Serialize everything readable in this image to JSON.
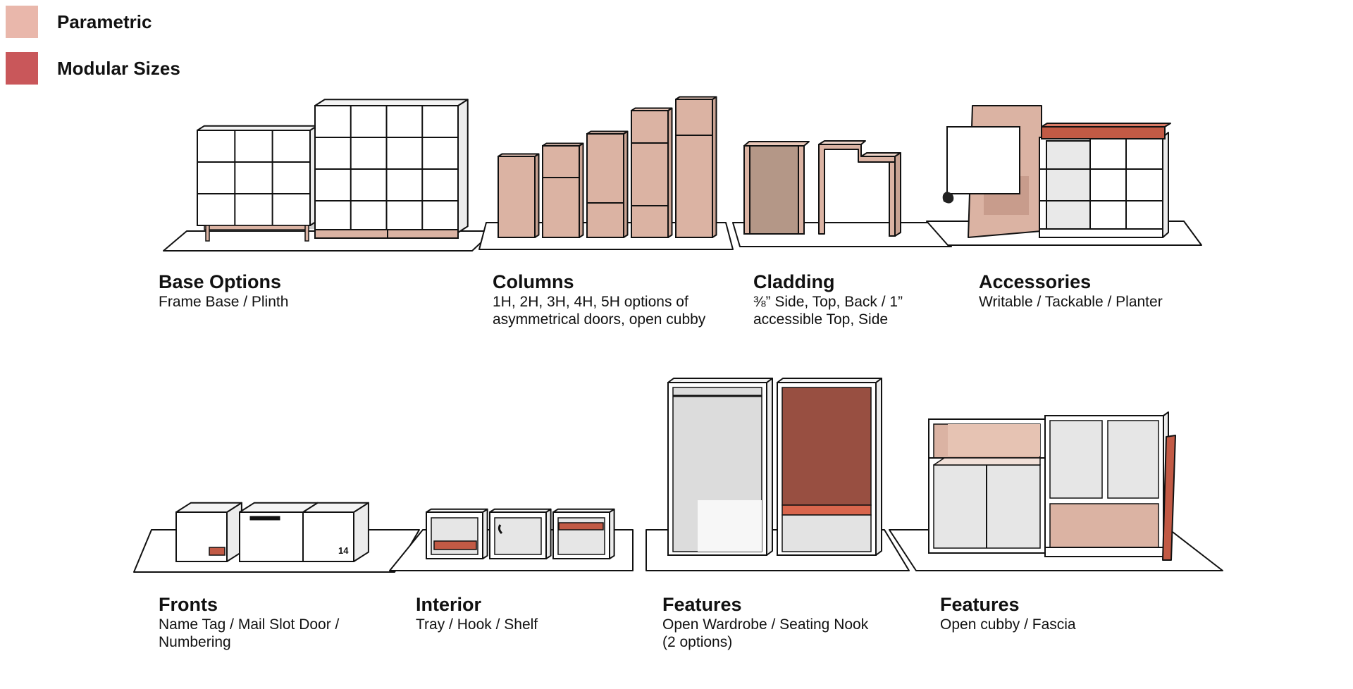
{
  "colors": {
    "parametric": "#e9b7ab",
    "modular": "#c9575a",
    "tan": "#dbb3a3",
    "tan_dark": "#b49787",
    "rust": "#c25a45",
    "brown": "#984f41",
    "salmon": "#d9664d",
    "line": "#111111",
    "panel_gray": "#dadada",
    "shadow": "#cfcfcf"
  },
  "legend": [
    {
      "label": "Parametric",
      "color": "#e9b7ab"
    },
    {
      "label": "Modular Sizes",
      "color": "#c9575a"
    }
  ],
  "captions": {
    "base_options": {
      "title": "Base Options",
      "desc": "Frame Base / Plinth"
    },
    "columns": {
      "title": "Columns",
      "desc": "1H, 2H, 3H, 4H, 5H options of\nasymmetrical doors, open cubby"
    },
    "cladding": {
      "title": "Cladding",
      "desc": "⅜” Side, Top, Back / 1”\naccessible Top, Side"
    },
    "accessories": {
      "title": "Accessories",
      "desc": "Writable / Tackable / Planter"
    },
    "fronts": {
      "title": "Fronts",
      "desc": "Name Tag / Mail Slot Door /\nNumbering"
    },
    "interior": {
      "title": "Interior",
      "desc": "Tray / Hook / Shelf"
    },
    "features_1": {
      "title": "Features",
      "desc": "Open Wardrobe / Seating Nook\n(2 options)"
    },
    "features_2": {
      "title": "Features",
      "desc": "Open cubby / Fascia"
    }
  },
  "numbering_label": "14"
}
